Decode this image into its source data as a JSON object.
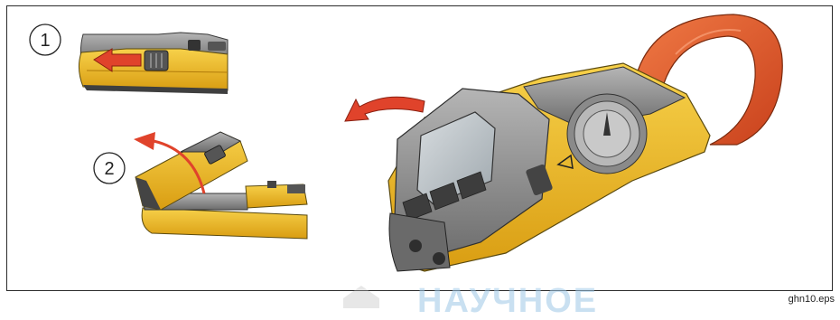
{
  "steps": [
    {
      "number": "1"
    },
    {
      "number": "2"
    }
  ],
  "caption": "ghn10.eps",
  "watermark": "НАУЧНОЕ",
  "colors": {
    "meter_yellow": "#f2c12e",
    "meter_yellow_dark": "#d9a418",
    "housing_gray": "#8e8e8e",
    "housing_dark": "#4a4a4a",
    "jaw_orange": "#e8542a",
    "arrow_red": "#e0432b",
    "frame": "#2b2b2b"
  }
}
